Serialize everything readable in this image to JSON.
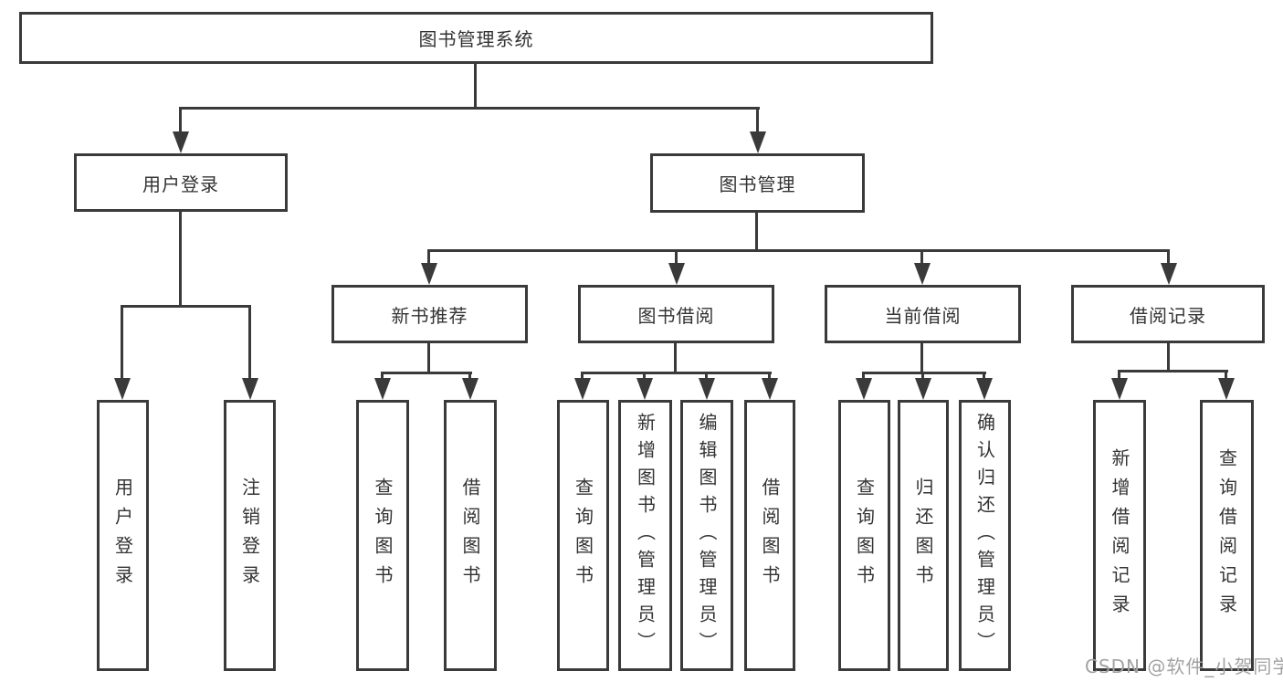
{
  "title": "图书管理系统",
  "watermark": "CSDN @软件_小贺同学",
  "colors": {
    "line": "#3a3a3a",
    "text": "#333333",
    "box_background": "#ffffff",
    "background": "#ffffff",
    "watermark": "#a2a2a2"
  },
  "nodes": {
    "root": {
      "label": "图书管理系统"
    },
    "user_login": {
      "label": "用户登录"
    },
    "book_management": {
      "label": "图书管理"
    },
    "new_book_recommend": {
      "label": "新书推荐"
    },
    "book_borrow": {
      "label": "图书借阅"
    },
    "current_borrow": {
      "label": "当前借阅"
    },
    "borrow_record": {
      "label": "借阅记录"
    },
    "leaf_user_login": {
      "label": "用户登录"
    },
    "leaf_logout_login": {
      "label": "注销登录"
    },
    "leaf_nbr_query_book": {
      "label": "查询图书"
    },
    "leaf_nbr_borrow_book": {
      "label": "借阅图书"
    },
    "leaf_bb_query_book": {
      "label": "查询图书"
    },
    "leaf_bb_add_book": {
      "label": "新增图书（管理员）"
    },
    "leaf_bb_edit_book": {
      "label": "编辑图书（管理员）"
    },
    "leaf_bb_borrow_book": {
      "label": "借阅图书"
    },
    "leaf_cb_query_book": {
      "label": "查询图书"
    },
    "leaf_cb_return_book": {
      "label": "归还图书"
    },
    "leaf_cb_confirm_return": {
      "label": "确认归还（管理员）"
    },
    "leaf_br_add_record": {
      "label": "新增借阅记录"
    },
    "leaf_br_query_record": {
      "label": "查询借阅记录"
    }
  },
  "hierarchy": {
    "图书管理系统": [
      "用户登录",
      "图书管理"
    ],
    "用户登录": [
      "用户登录",
      "注销登录"
    ],
    "图书管理": [
      "新书推荐",
      "图书借阅",
      "当前借阅",
      "借阅记录"
    ],
    "新书推荐": [
      "查询图书",
      "借阅图书"
    ],
    "图书借阅": [
      "查询图书",
      "新增图书（管理员）",
      "编辑图书（管理员）",
      "借阅图书"
    ],
    "当前借阅": [
      "查询图书",
      "归还图书",
      "确认归还（管理员）"
    ],
    "借阅记录": [
      "新增借阅记录",
      "查询借阅记录"
    ]
  }
}
